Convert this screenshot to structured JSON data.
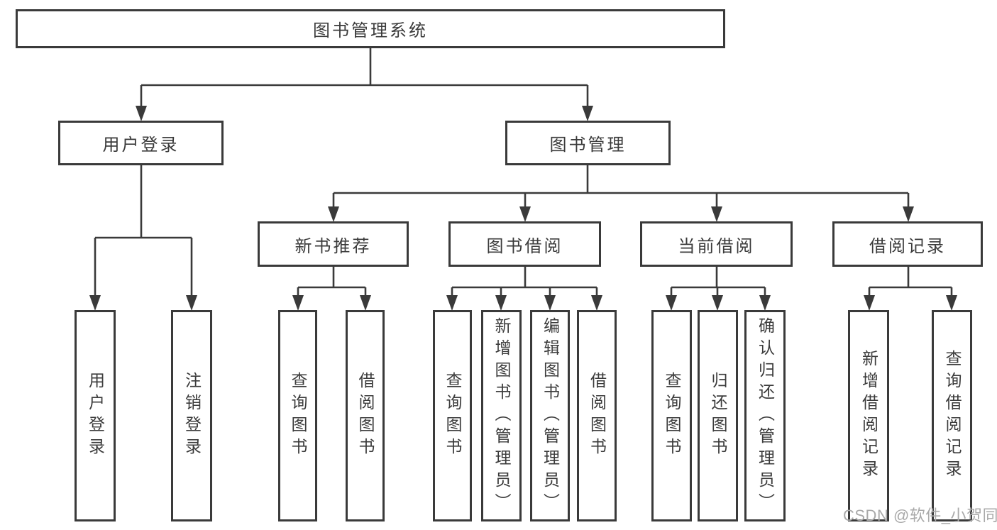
{
  "nodes": {
    "root": {
      "label": "图书管理系统"
    },
    "user_login": {
      "label": "用户登录"
    },
    "book_management": {
      "label": "图书管理"
    },
    "new_book_recommend": {
      "label": "新书推荐"
    },
    "book_borrowing": {
      "label": "图书借阅"
    },
    "current_borrowing": {
      "label": "当前借阅"
    },
    "borrowing_records": {
      "label": "借阅记录"
    },
    "leaf_user_login": {
      "label": "用户登录"
    },
    "leaf_logout": {
      "label": "注销登录"
    },
    "leaf_recommend_query_books": {
      "label": "查询图书"
    },
    "leaf_recommend_borrow_books": {
      "label": "借阅图书"
    },
    "leaf_borrow_query_books": {
      "label": "查询图书"
    },
    "leaf_borrow_add_books": {
      "label": "新增图书（管理员）"
    },
    "leaf_borrow_edit_books": {
      "label": "编辑图书（管理员）"
    },
    "leaf_borrow_borrow_books": {
      "label": "借阅图书"
    },
    "leaf_current_query_books": {
      "label": "查询图书"
    },
    "leaf_current_return_books": {
      "label": "归还图书"
    },
    "leaf_current_confirm_return": {
      "label": "确认归还（管理员）"
    },
    "leaf_records_add_record": {
      "label": "新增借阅记录"
    },
    "leaf_records_query_record": {
      "label": "查询借阅记录"
    }
  },
  "hierarchy": {
    "图书管理系统": {
      "用户登录": [
        "用户登录",
        "注销登录"
      ],
      "图书管理": {
        "新书推荐": [
          "查询图书",
          "借阅图书"
        ],
        "图书借阅": [
          "查询图书",
          "新增图书（管理员）",
          "编辑图书（管理员）",
          "借阅图书"
        ],
        "当前借阅": [
          "查询图书",
          "归还图书",
          "确认归还（管理员）"
        ],
        "借阅记录": [
          "新增借阅记录",
          "查询借阅记录"
        ]
      }
    }
  },
  "watermark": {
    "text": "CSDN @软件_小贺同学"
  },
  "colors": {
    "line": "#3a3a3a",
    "text": "#3b3b3b",
    "background": "#ffffff",
    "watermark": "#a9a9a9"
  }
}
